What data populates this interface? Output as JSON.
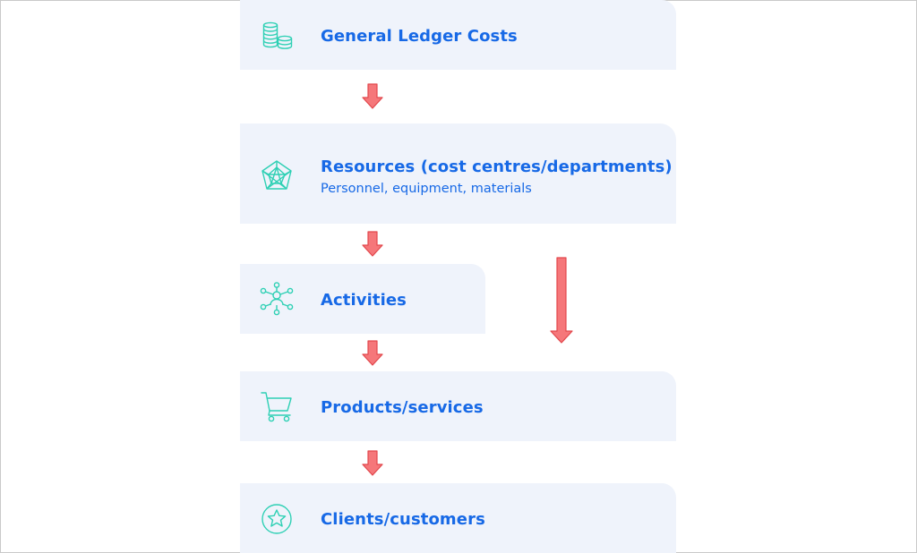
{
  "steps": [
    {
      "title": "General Ledger Costs",
      "icon": "coins-stack-icon"
    },
    {
      "title": "Resources (cost centres/departments)",
      "subtitle": "Personnel, equipment, materials",
      "icon": "polygon-network-icon"
    },
    {
      "title": "Activities",
      "icon": "people-network-icon"
    },
    {
      "title": "Products/services",
      "icon": "shopping-cart-icon"
    },
    {
      "title": "Clients/customers",
      "icon": "star-badge-icon"
    }
  ],
  "colors": {
    "card_background": "#eff3fb",
    "text": "#1769e6",
    "icon": "#2ed0b4",
    "arrow_fill": "#f5777a",
    "arrow_stroke": "#e2474c"
  }
}
